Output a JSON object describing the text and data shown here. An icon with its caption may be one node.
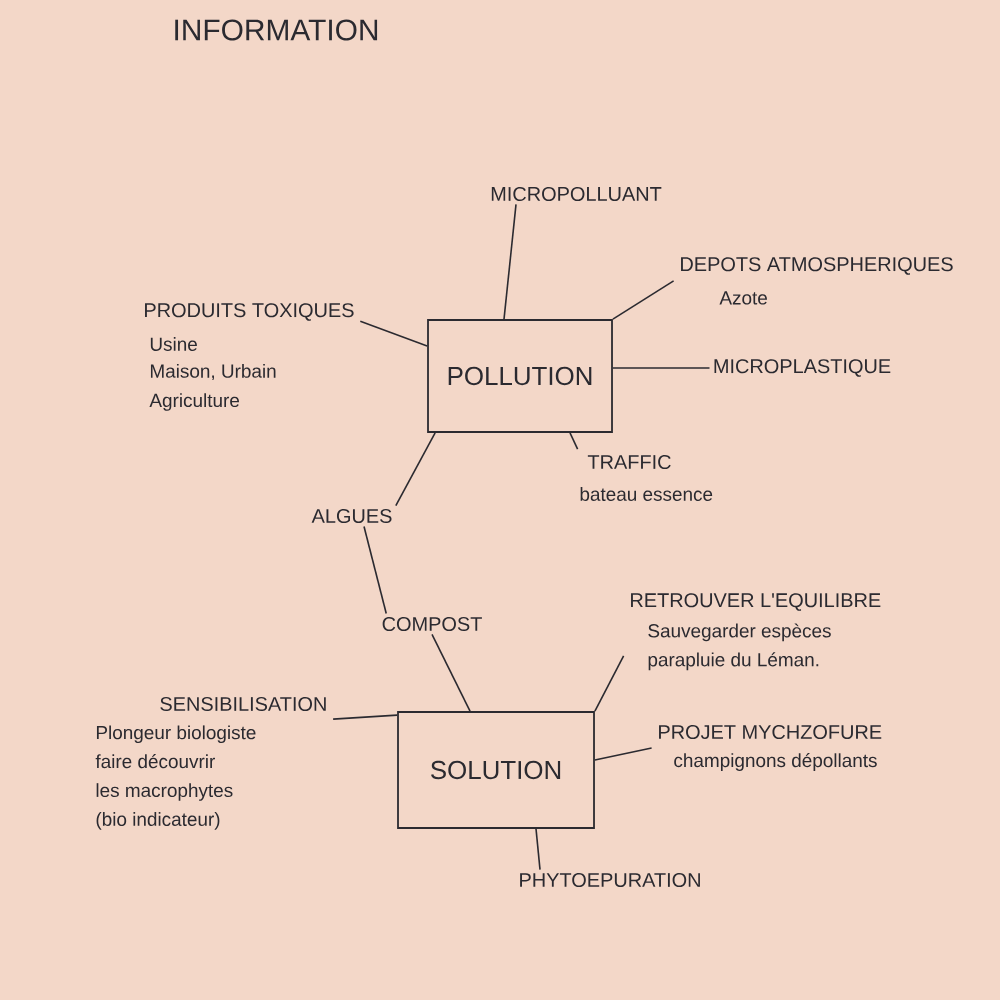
{
  "diagram": {
    "title": "INFORMATION",
    "nodes": [
      {
        "text": [
          "POLLUTION"
        ]
      },
      {
        "text": [
          "MICROPOLLUANT"
        ]
      },
      {
        "text": [
          "DEPOTS ATMOSPHERIQUES",
          "Azote"
        ]
      },
      {
        "text": [
          "MICROPLASTIQUE"
        ]
      },
      {
        "text": [
          "TRAFFIC",
          "bateau essence"
        ]
      },
      {
        "text": [
          "PRODUITS TOXIQUES",
          "Usine",
          "Maison, Urbain",
          "Agriculture"
        ]
      },
      {
        "text": [
          "ALGUES"
        ]
      },
      {
        "text": [
          "COMPOST"
        ]
      },
      {
        "text": [
          "SOLUTION"
        ]
      },
      {
        "text": [
          "RETROUVER L'EQUILIBRE",
          "Sauvegarder espèces parapluie du Léman."
        ]
      },
      {
        "text": [
          "PROJET MYCHZOFURE",
          "champignons dépollants"
        ]
      },
      {
        "text": [
          "SENSIBILISATION",
          "Plongeur biologiste faire découvrir les macrophytes (bio indicateur)"
        ]
      },
      {
        "text": [
          "PHYTOEPURATION"
        ]
      }
    ],
    "edges": [
      {
        "from": 0,
        "to": 1,
        "arrow": "none"
      },
      {
        "from": 0,
        "to": 2,
        "arrow": "none"
      },
      {
        "from": 0,
        "to": 3,
        "arrow": "none"
      },
      {
        "from": 0,
        "to": 4,
        "arrow": "none"
      },
      {
        "from": 0,
        "to": 5,
        "arrow": "none"
      },
      {
        "from": 0,
        "to": 6,
        "arrow": "none"
      },
      {
        "from": 6,
        "to": 7,
        "arrow": "none"
      },
      {
        "from": 7,
        "to": 8,
        "arrow": "none"
      },
      {
        "from": 8,
        "to": 9,
        "arrow": "none"
      },
      {
        "from": 8,
        "to": 10,
        "arrow": "none"
      },
      {
        "from": 8,
        "to": 11,
        "arrow": "none"
      },
      {
        "from": 8,
        "to": 12,
        "arrow": "none"
      }
    ]
  }
}
